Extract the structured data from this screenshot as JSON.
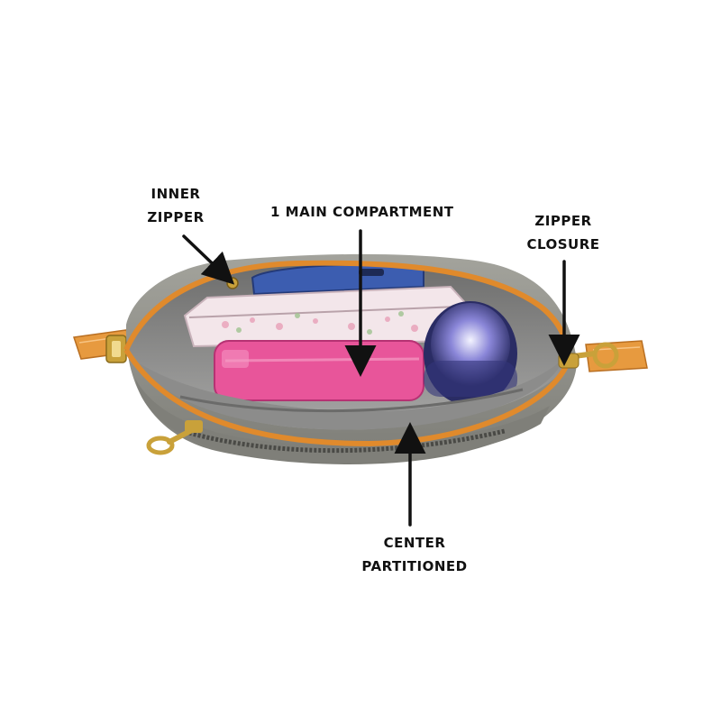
{
  "annotations": {
    "inner_zipper": [
      "INNER",
      "ZIPPER"
    ],
    "main_compartment": "1 MAIN COMPARTMENT",
    "zipper_closure": [
      "ZIPPER",
      "CLOSURE"
    ],
    "center_partitioned": [
      "CENTER",
      "PARTITIONED"
    ]
  },
  "colors": {
    "bag_shell": "#8f8f88",
    "lining": "#9a9a99",
    "zipper_tape": "#e08a2c",
    "strap": "#e79a3f",
    "hardware": "#c9a13a",
    "pouch": "#e8559a",
    "phone": "#3c5db0",
    "notebook": "#f3e6ea",
    "bottle": "#3b3f7c",
    "arrow": "#111111"
  }
}
